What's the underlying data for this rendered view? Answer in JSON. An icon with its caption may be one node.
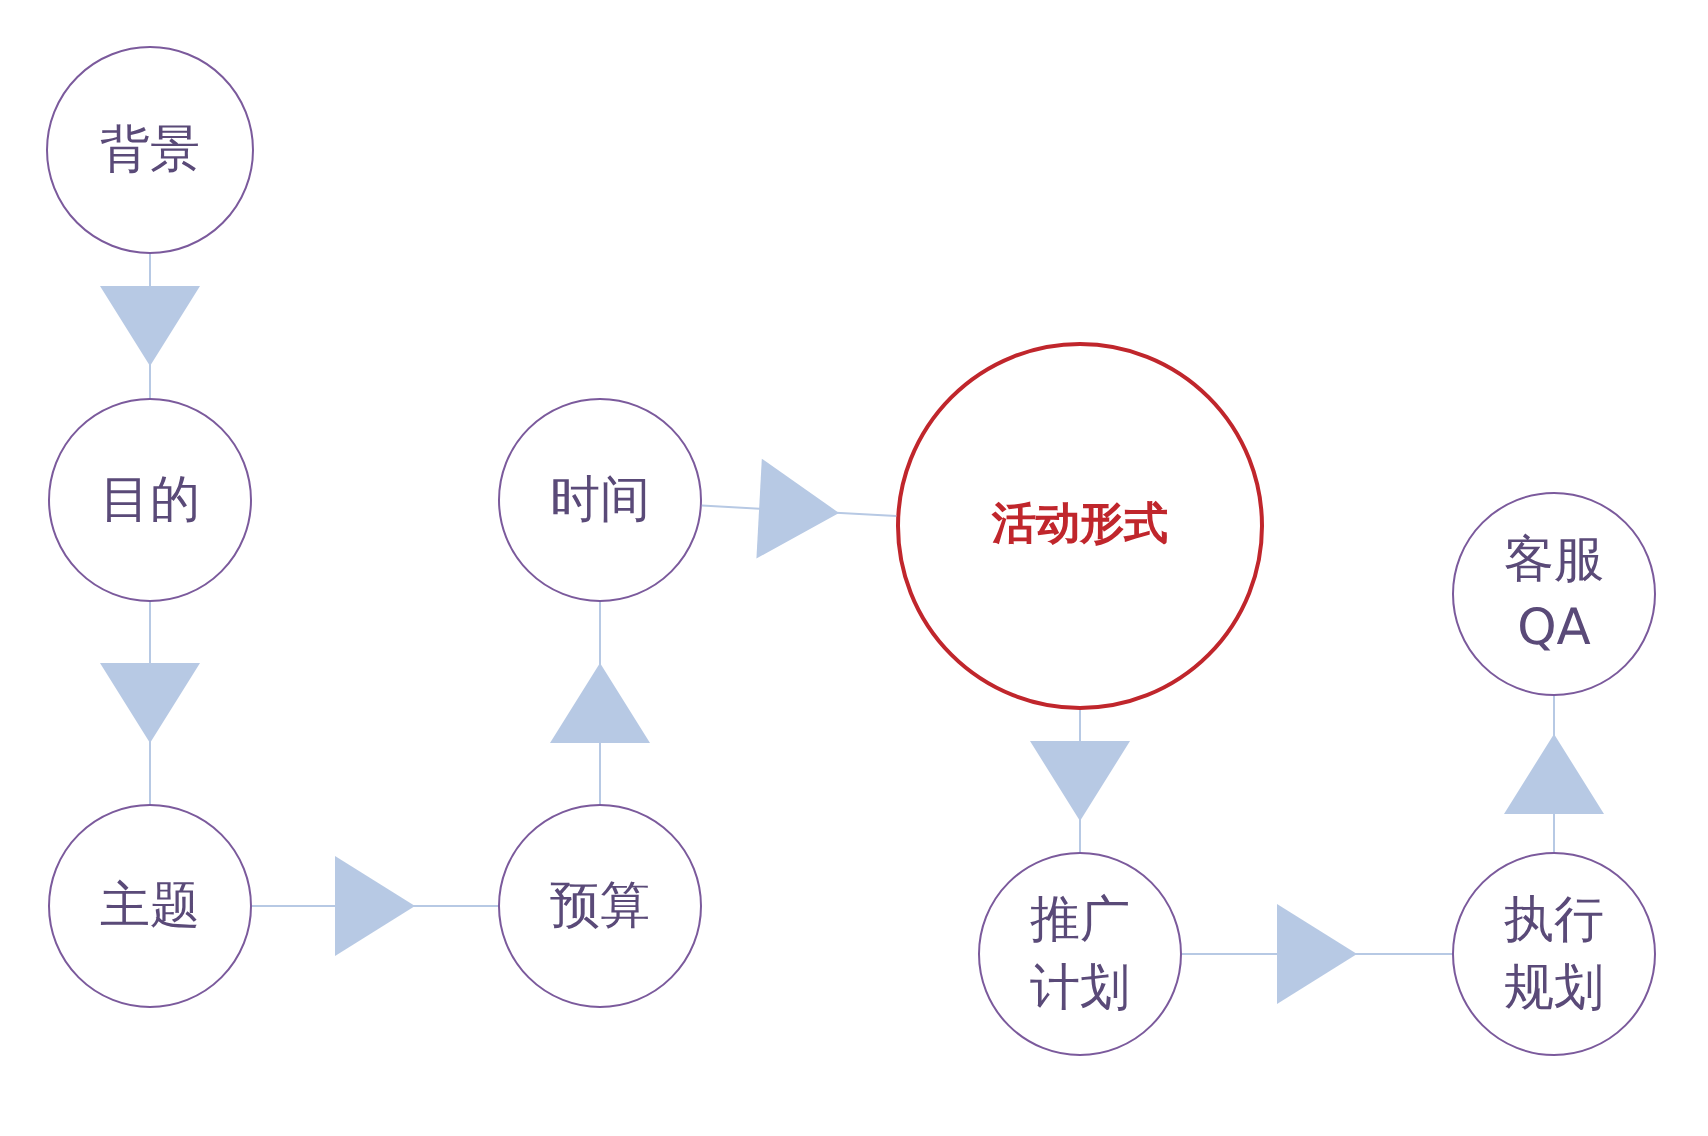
{
  "diagram": {
    "nodes": [
      {
        "text": [
          "背景"
        ]
      },
      {
        "text": [
          "目的"
        ]
      },
      {
        "text": [
          "主题"
        ]
      },
      {
        "text": [
          "预算"
        ]
      },
      {
        "text": [
          "时间"
        ]
      },
      {
        "text": [
          "活动形式"
        ]
      },
      {
        "text": [
          "推广计划"
        ]
      },
      {
        "text": [
          "执行规划"
        ]
      },
      {
        "text": [
          "客服QA"
        ]
      }
    ],
    "edges": [
      {
        "from": 0,
        "to": 1,
        "arrow": "to"
      },
      {
        "from": 1,
        "to": 2,
        "arrow": "to"
      },
      {
        "from": 2,
        "to": 3,
        "arrow": "to"
      },
      {
        "from": 3,
        "to": 4,
        "arrow": "to"
      },
      {
        "from": 4,
        "to": 5,
        "arrow": "to"
      },
      {
        "from": 5,
        "to": 6,
        "arrow": "to"
      },
      {
        "from": 6,
        "to": 7,
        "arrow": "to"
      },
      {
        "from": 7,
        "to": 8,
        "arrow": "to"
      }
    ]
  }
}
